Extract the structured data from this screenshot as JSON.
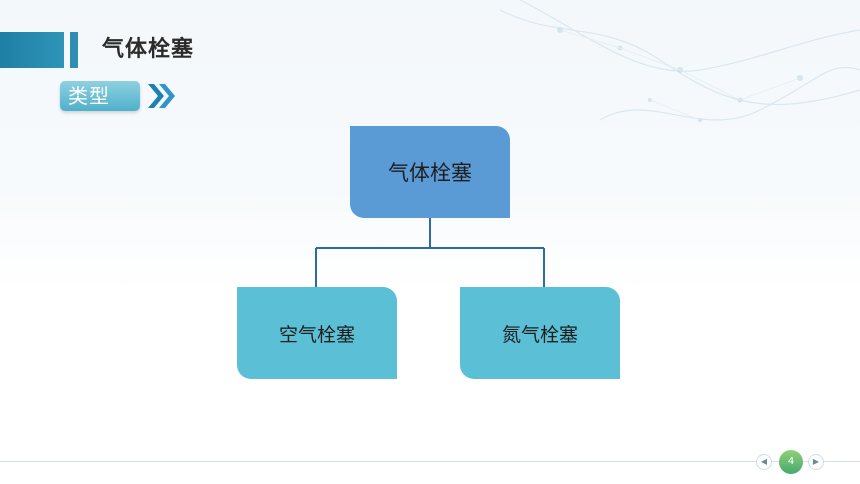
{
  "header": {
    "title": "气体栓塞",
    "section_tag": "类型"
  },
  "diagram": {
    "root": {
      "label": "气体栓塞"
    },
    "children": [
      {
        "label": "空气栓塞"
      },
      {
        "label": "氮气栓塞"
      }
    ]
  },
  "footer": {
    "page_number": "4",
    "prev_icon": "triangle-left-icon",
    "next_icon": "triangle-right-icon"
  },
  "colors": {
    "root_fill": "#5b9bd5",
    "child_fill": "#5bc0d6",
    "connector": "#2e6aa8",
    "accent": "#2e8fb3"
  }
}
